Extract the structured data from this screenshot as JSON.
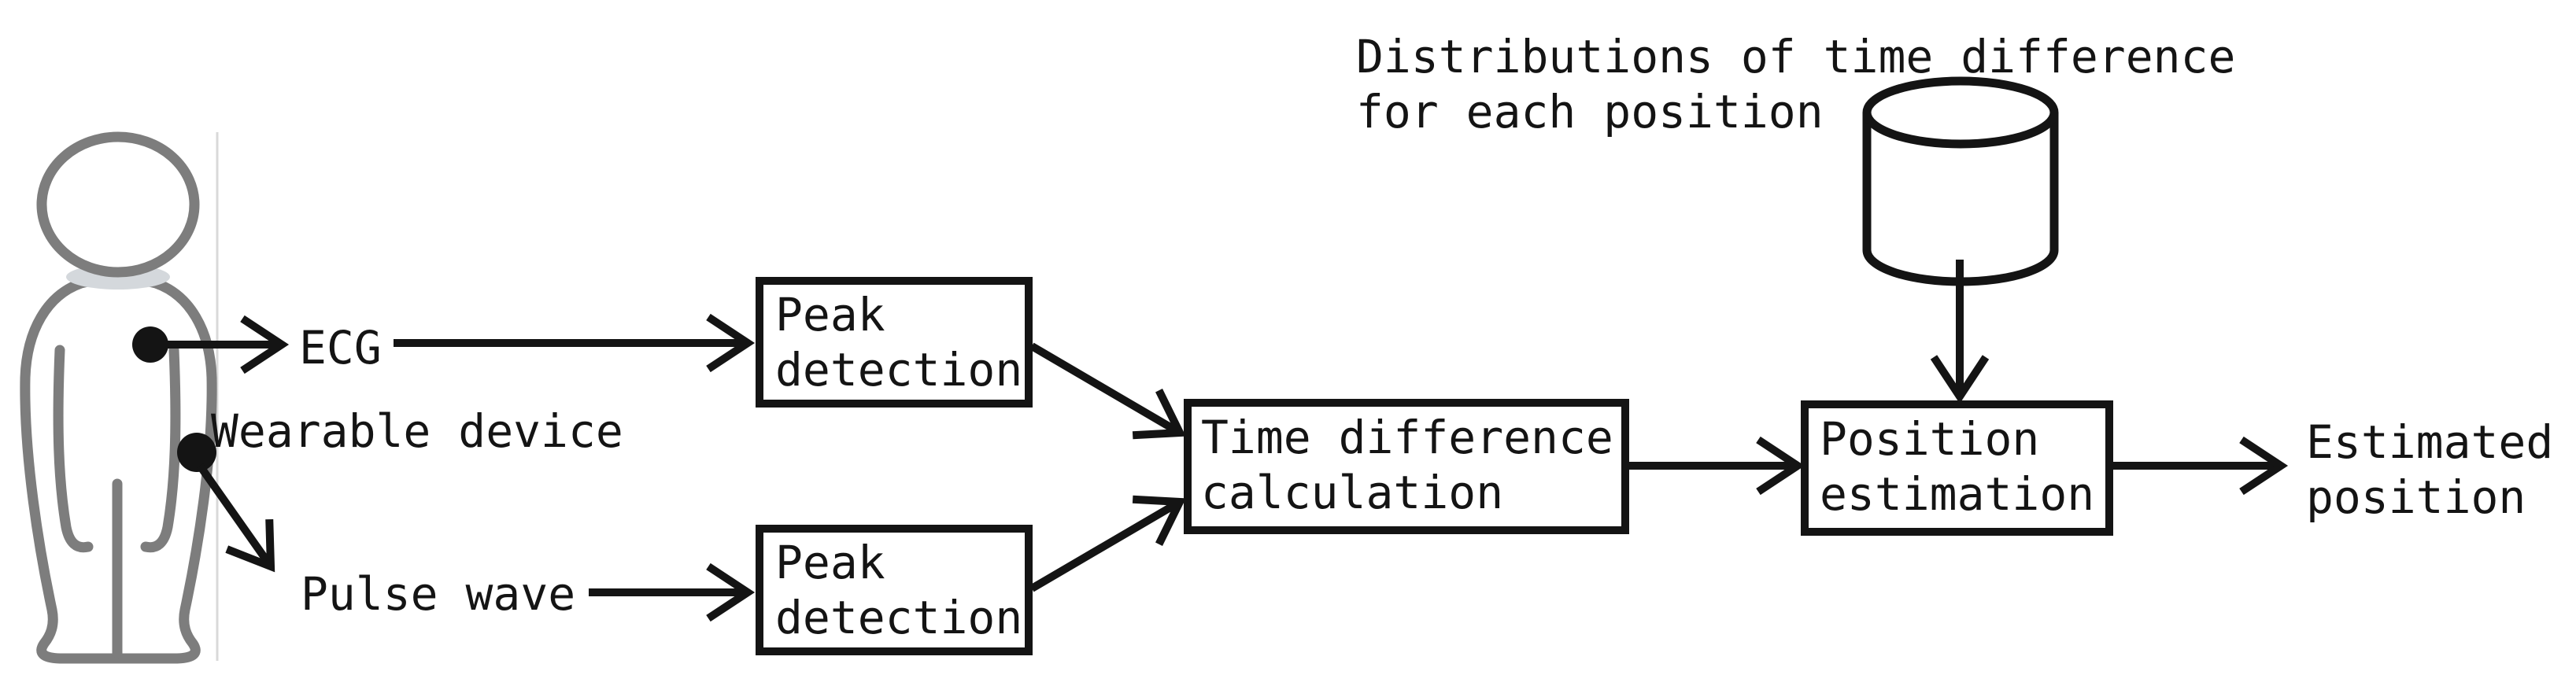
{
  "diagram": {
    "kind": "flowchart",
    "colors": {
      "line": "#141414",
      "person_outline": "#7d7d7d",
      "neck_shadow": "#d4d8dc",
      "photo_edge": "#d9d9d9",
      "background": "#ffffff"
    },
    "person": {
      "label": "Wearable device"
    },
    "signals": {
      "ecg_label": "ECG",
      "pulse_label": "Pulse wave"
    },
    "database_note": {
      "line1": "Distributions of time difference",
      "line2": "for each position"
    },
    "boxes": {
      "peak_top": {
        "line1": "Peak",
        "line2": "detection"
      },
      "peak_bottom": {
        "line1": "Peak",
        "line2": "detection"
      },
      "time_difference": {
        "line1": "Time difference",
        "line2": "calculation"
      },
      "position_estimation": {
        "line1": "Position",
        "line2": "estimation"
      }
    },
    "output": {
      "line1": "Estimated",
      "line2": "position"
    }
  }
}
